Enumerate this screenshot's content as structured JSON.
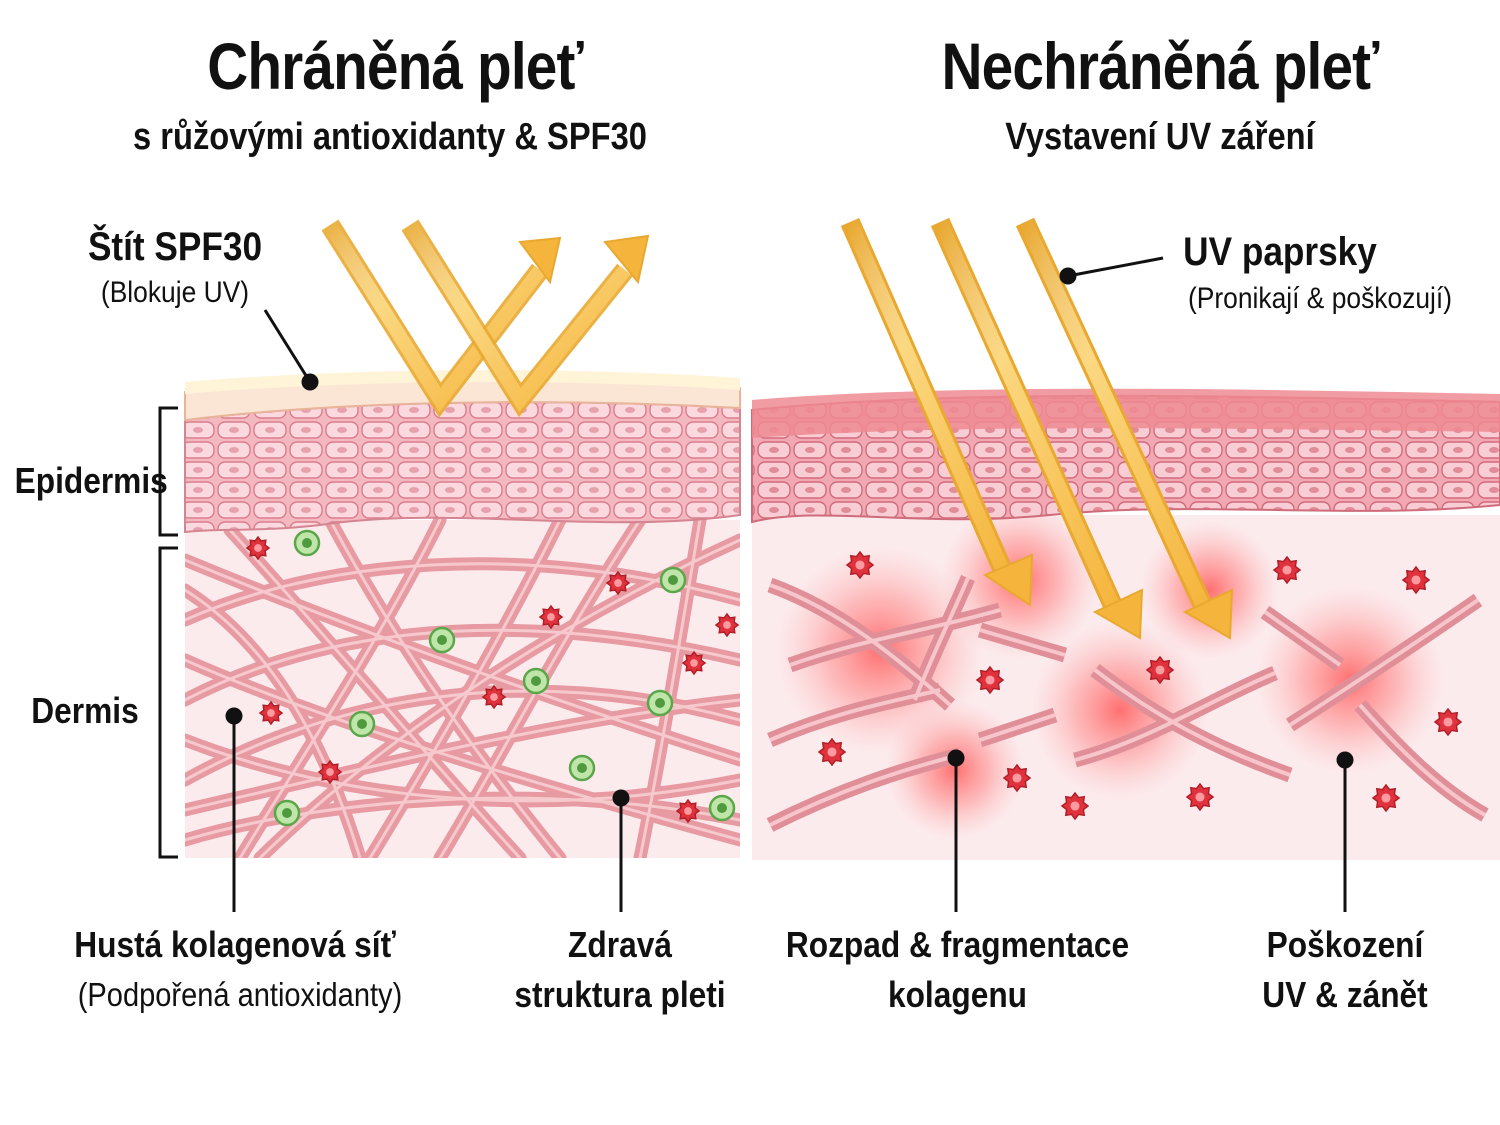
{
  "left": {
    "title": "Chráněná pleť",
    "subtitle": "s růžovými antioxidanty & SPF30",
    "shield_label": "Štít SPF30",
    "shield_sub": "(Blokuje UV)",
    "epidermis_label": "Epidermis",
    "dermis_label": "Dermis",
    "collagen_label": "Hustá kolagenová síť",
    "collagen_sub": "(Podpořená antioxidanty)",
    "healthy_label_1": "Zdravá",
    "healthy_label_2": "struktura pleti"
  },
  "right": {
    "title": "Nechráněná pleť",
    "subtitle": "Vystavení UV záření",
    "uv_label": "UV paprsky",
    "uv_sub": "(Pronikají & poškozují)",
    "breakdown_label_1": "Rozpad & fragmentace",
    "breakdown_label_2": "kolagenu",
    "damage_label_1": "Poškození",
    "damage_label_2": "UV & zánět"
  },
  "colors": {
    "uv_ray": "#f7c04a",
    "skin_layer": "#f2b7bd",
    "collagen": "#eea9ad",
    "antioxidant": "#7fc86a",
    "free_radical": "#e0323c",
    "inflammation": "#ff6b6b"
  }
}
